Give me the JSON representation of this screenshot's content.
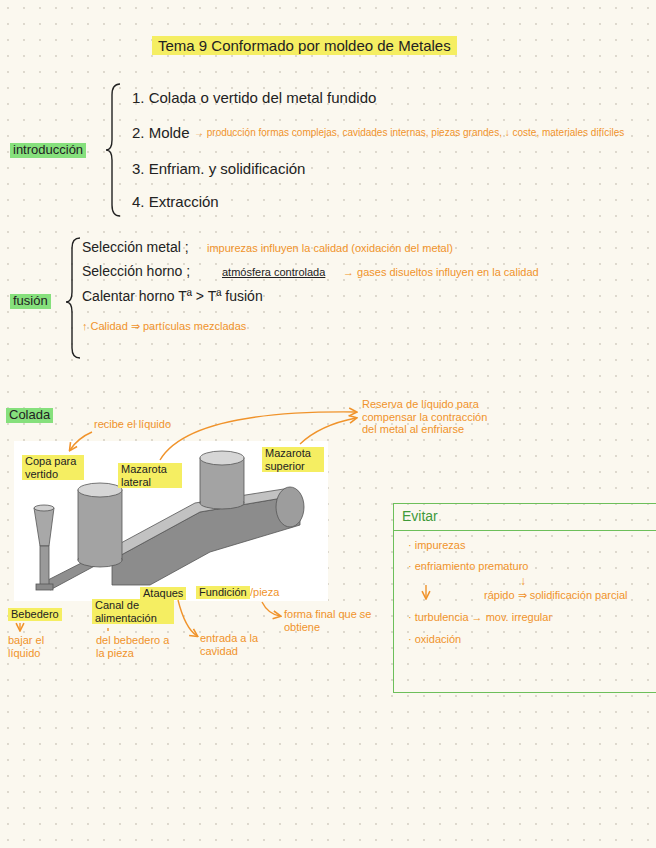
{
  "diagram": {
    "title": "Tema 9 Conformado por moldeo de Metales",
    "nodes": [
      {
        "text": [
          "Evitar",
          "· impurezas",
          "· enfriamiento prematuro",
          "↓",
          "rápido ⇒ solidificación parcial",
          "· turbulencia → mov. irregular",
          "· oxidación"
        ]
      }
    ],
    "labels": [
      "introducción",
      "1. Colada o vertido del metal fundido",
      "2. Molde",
      "→ producción formas complejas, cavidades internas, piezas grandes, ↓ coste, materiales difíciles",
      "3. Enfriam. y solidificación",
      "4. Extracción",
      "fusión",
      "Selección metal ;",
      "impurezas influyen la calidad (oxidación del metal)",
      "Selección horno ;",
      "atmósfera controlada",
      "→ gases disueltos influyen en la calidad",
      "Calentar horno  Tª > Tª fusión",
      "↑ Calidad ⇒ partículas mezcladas",
      "Colada",
      "recibe el líquido",
      "Reserva de líquido para compensar la contracción del metal al enfriarse",
      "Copa para vertido",
      "Mazarota lateral",
      "Mazarota superior",
      "Fundición",
      "/pieza",
      "Ataques",
      "Bebedero",
      "Canal de alimentación",
      "forma final que se obtiene",
      "bajar el líquido",
      "del bebedero a la pieza",
      "entrada a la cavidad"
    ]
  }
}
